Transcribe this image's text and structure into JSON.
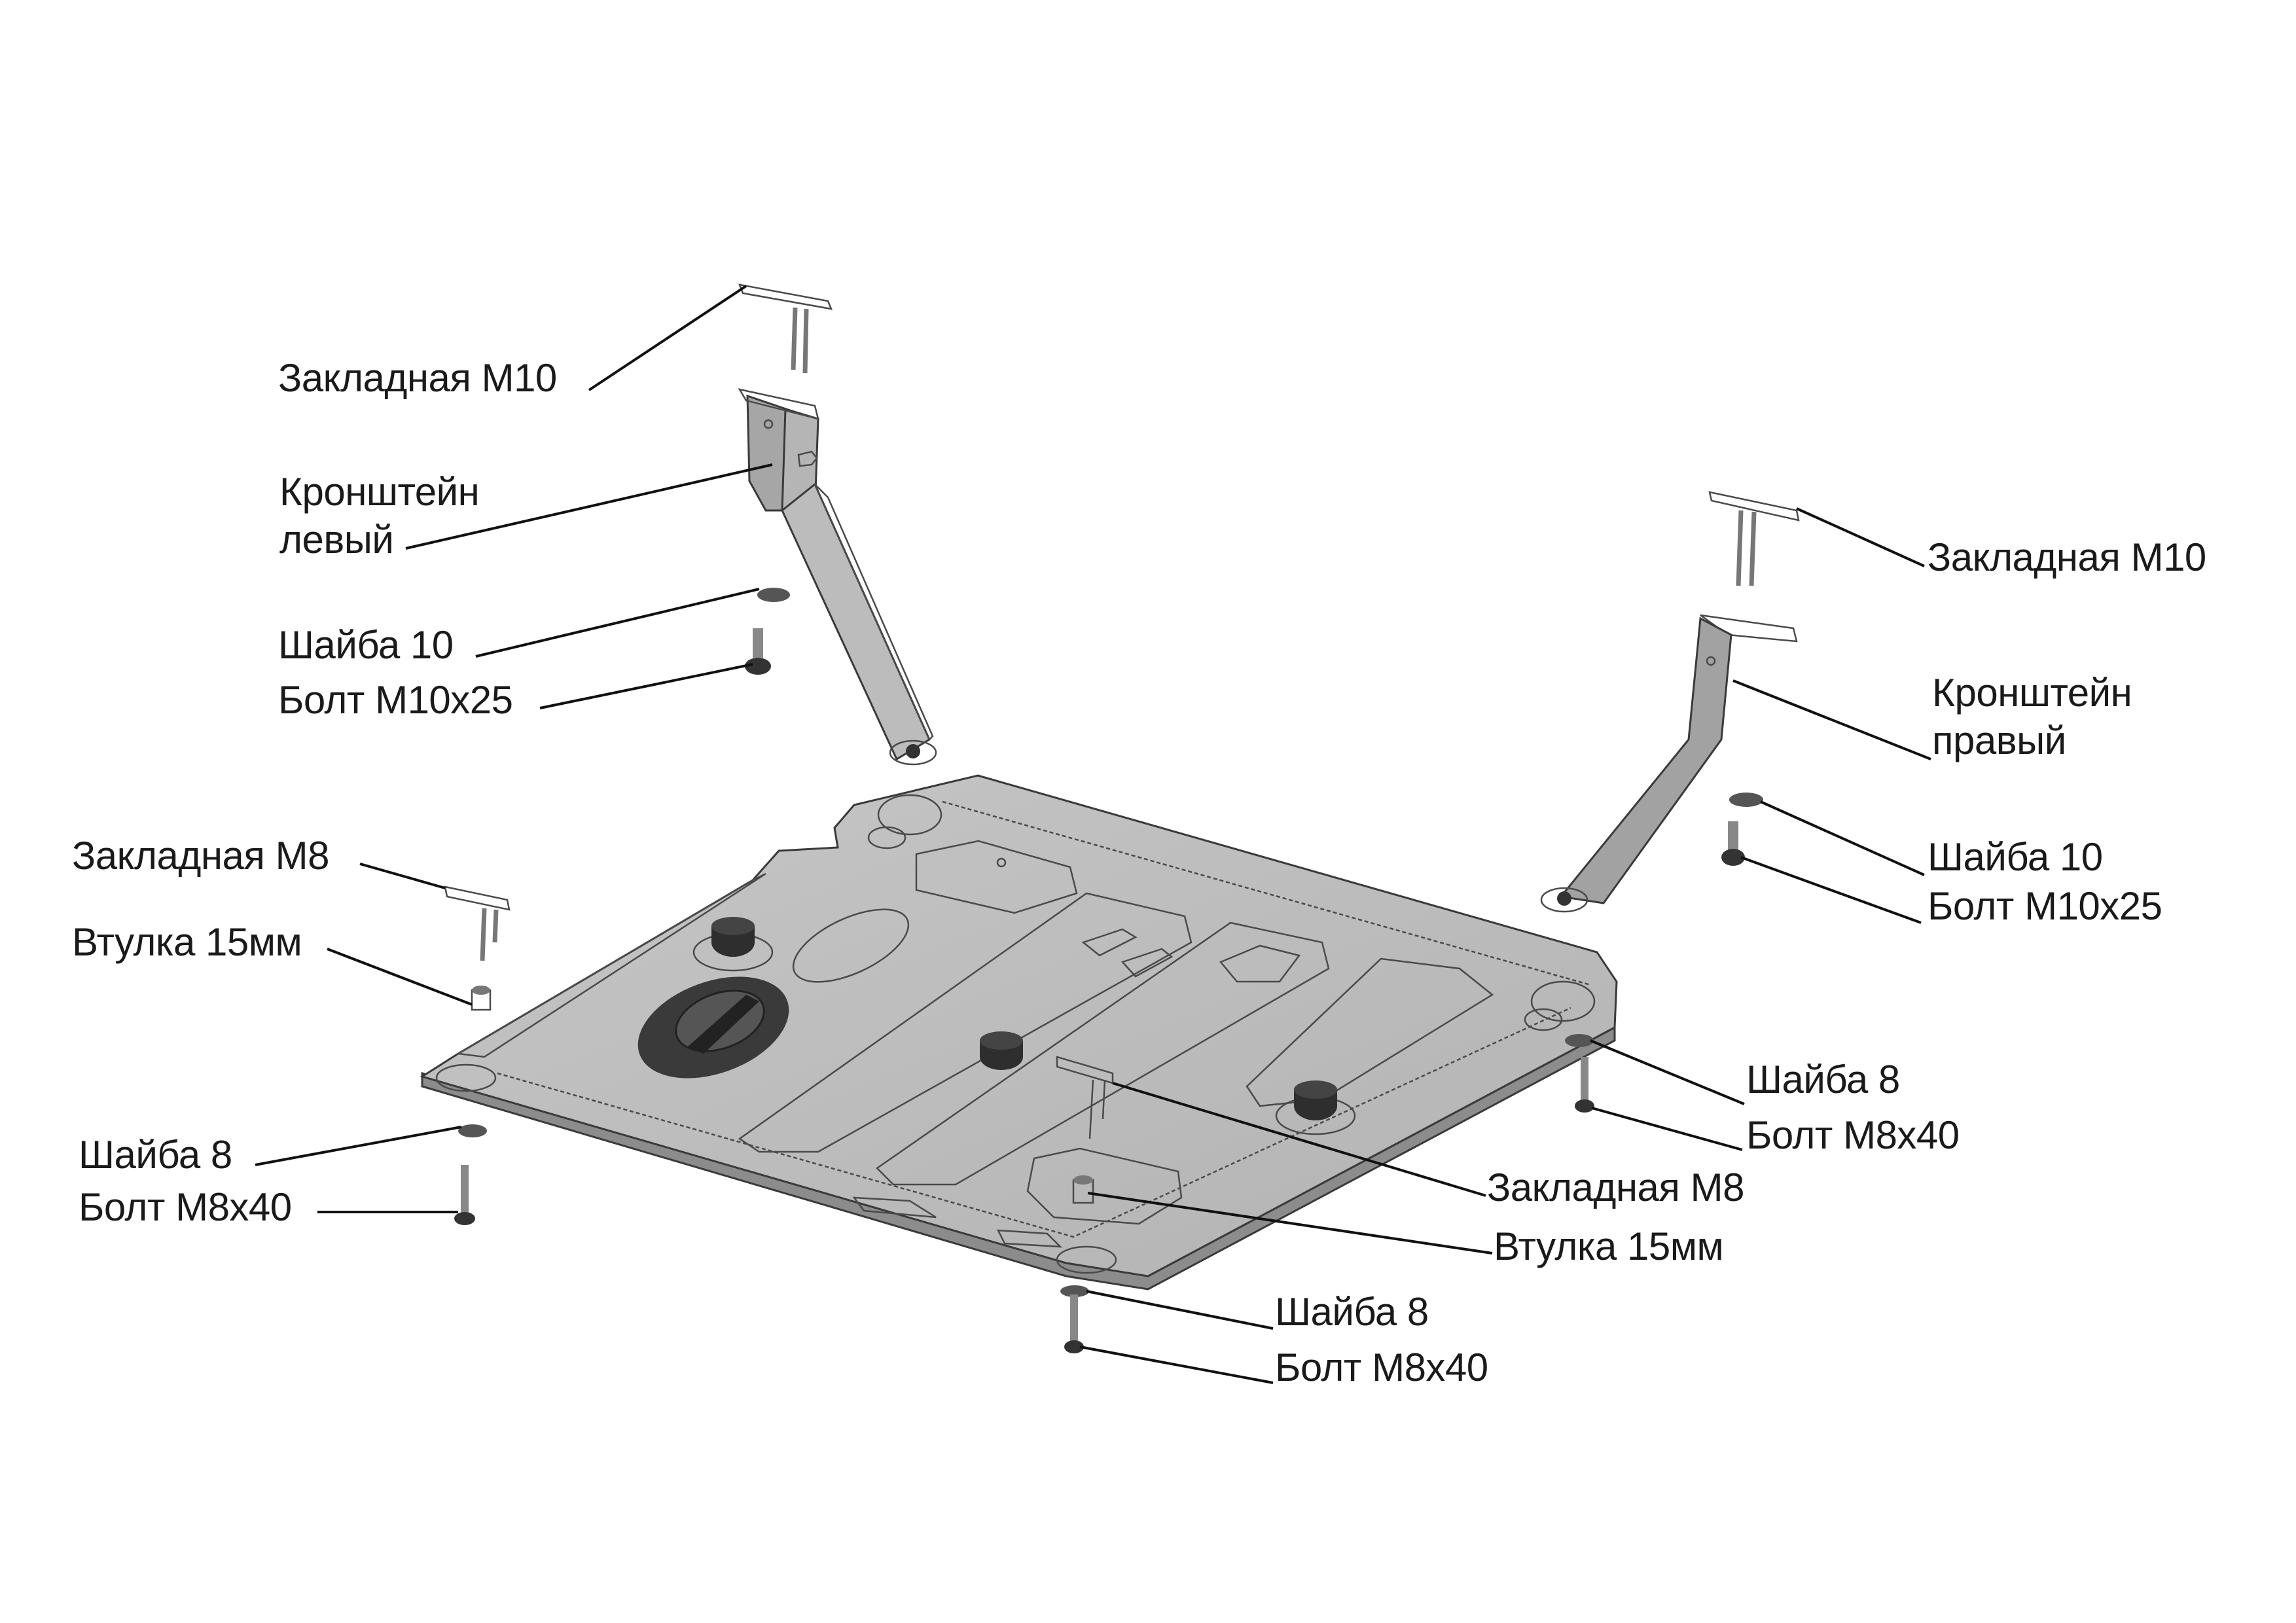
{
  "diagram": {
    "type": "exploded-assembly",
    "subject": "engine skid plate (underbody protection) with mounting hardware",
    "colors": {
      "background": "#ffffff",
      "plate": "#b9b9b9",
      "plate_light": "#d4d4d4",
      "bracket": "#a8a8a8",
      "hardware_dark": "#3a3a3a",
      "leader_line": "#111111",
      "text": "#1a1a1a"
    }
  },
  "labels": {
    "embed_m10_left": "Закладная М10",
    "bracket_left": "Кронштейн\nлевый",
    "washer10_left": "Шайба 10",
    "bolt_m10_left": "Болт М10х25",
    "embed_m8_left": "Закладная М8",
    "sleeve_left": "Втулка 15мм",
    "washer8_left": "Шайба 8",
    "bolt_m8_left": "Болт М8х40",
    "embed_m10_right": "Закладная М10",
    "bracket_right": "Кронштейн\nправый",
    "washer10_right": "Шайба 10",
    "bolt_m10_right": "Болт М10х25",
    "washer8_right": "Шайба 8",
    "bolt_m8_right": "Болт М8х40",
    "embed_m8_center": "Закладная М8",
    "sleeve_center": "Втулка 15мм",
    "washer8_bottom": "Шайба 8",
    "bolt_m8_bottom": "Болт М8х40"
  }
}
